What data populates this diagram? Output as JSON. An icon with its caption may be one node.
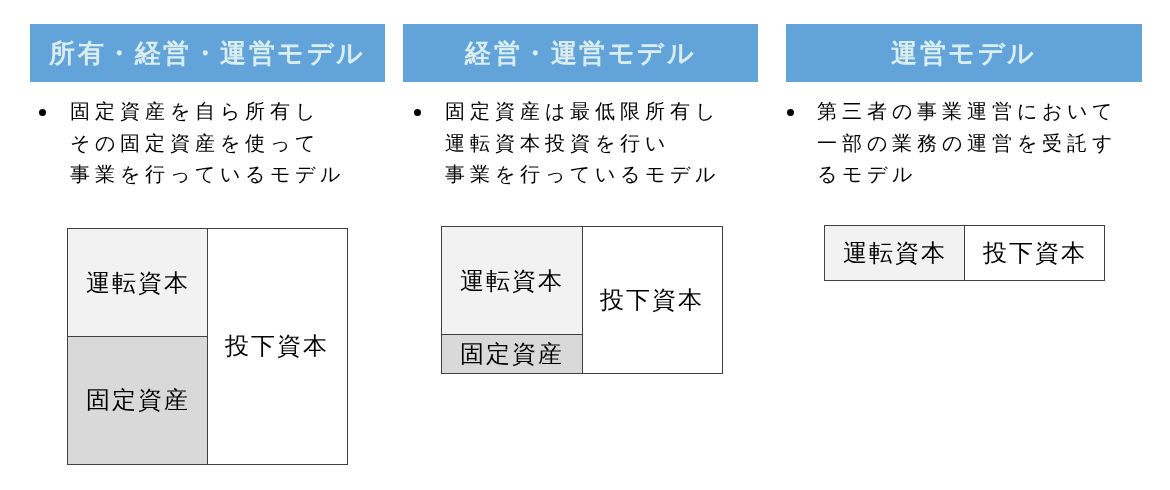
{
  "diagram": {
    "nodes": [
      {
        "text": [
          "所有・経営・運営モデル"
        ]
      },
      {
        "text": [
          "経営・運営モデル"
        ]
      },
      {
        "text": [
          "運営モデル"
        ]
      },
      {
        "text": [
          "運転資本"
        ]
      },
      {
        "text": [
          "固定資産"
        ]
      },
      {
        "text": [
          "投下資本"
        ]
      },
      {
        "text": [
          "運転資本"
        ]
      },
      {
        "text": [
          "固定資産"
        ]
      },
      {
        "text": [
          "投下資本"
        ]
      },
      {
        "text": [
          "運転資本"
        ]
      },
      {
        "text": [
          "投下資本"
        ]
      }
    ],
    "labels": [
      "固定資産を自ら所有しその固定資産を使って事業を行っているモデル",
      "固定資産は最低限所有し運転資本投資を行い事業を行っているモデル",
      "第三者の事業運営において一部の業務の運営を受託するモデル"
    ]
  }
}
